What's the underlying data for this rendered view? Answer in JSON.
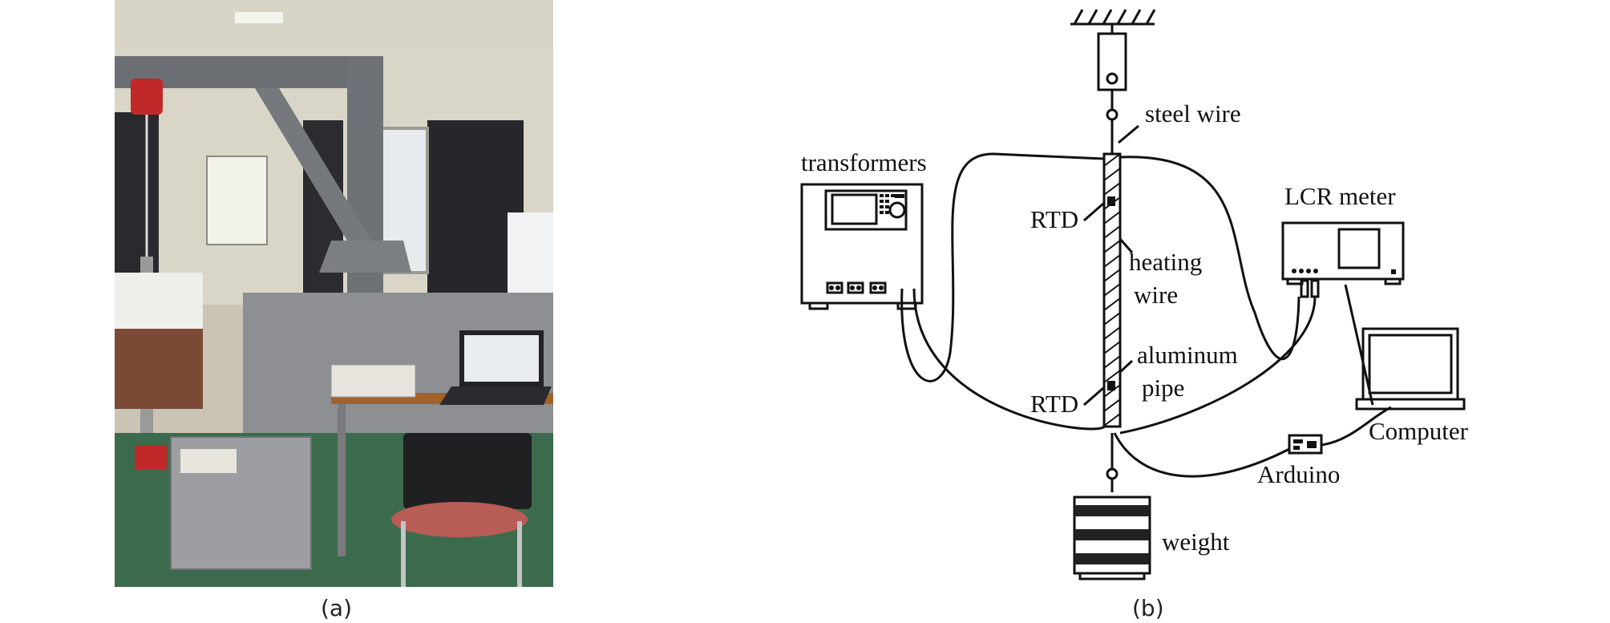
{
  "captions": {
    "a": "(a)",
    "b": "(b)"
  },
  "photo": {
    "description_icon": "lab-setup-photo-icon"
  },
  "diagram": {
    "labels": {
      "steel_wire": "steel wire",
      "transformers": "transformers",
      "lcr_meter": "LCR meter",
      "rtd_top": "RTD",
      "rtd_bottom": "RTD",
      "heating_wire_1": "heating",
      "heating_wire_2": "wire",
      "aluminum_pipe_1": "aluminum",
      "aluminum_pipe_2": "pipe",
      "computer": "Computer",
      "arduino": "Arduino",
      "weight": "weight"
    }
  }
}
